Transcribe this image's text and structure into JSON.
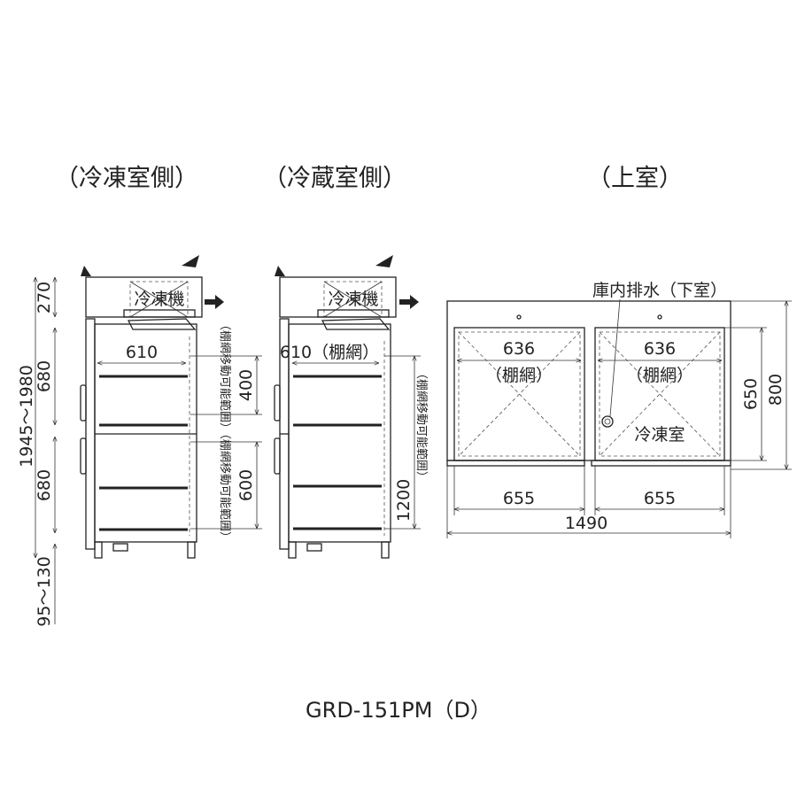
{
  "views": {
    "freezer_side": {
      "title": "（冷凍室側）",
      "unit_label": "冷凍機",
      "dims": {
        "total_height": "1945～1980",
        "top": "270",
        "upper": "680",
        "lower": "680",
        "legs": "95～130",
        "shelf_depth": "610",
        "upper_range": "400",
        "lower_range": "600"
      },
      "range_label": "（棚網移動可能範囲）"
    },
    "fridge_side": {
      "title": "（冷蔵室側）",
      "unit_label": "冷凍機",
      "dims": {
        "shelf_depth": "610（棚網）",
        "range": "1200"
      },
      "range_label": "（棚網移動可能範囲）"
    },
    "top_view": {
      "title": "（上室）",
      "drain_label": "庫内排水（下室）",
      "compartment_left": {
        "width": "636",
        "label": "（棚網）"
      },
      "compartment_right": {
        "width": "636",
        "label": "（棚網）",
        "name": "冷凍室"
      },
      "dims": {
        "inner_depth": "650",
        "outer_depth": "800",
        "left_width": "655",
        "right_width": "655",
        "total_width": "1490"
      }
    }
  },
  "model": "GRD-151PM（D）",
  "colors": {
    "line": "#222222",
    "background": "#ffffff"
  }
}
